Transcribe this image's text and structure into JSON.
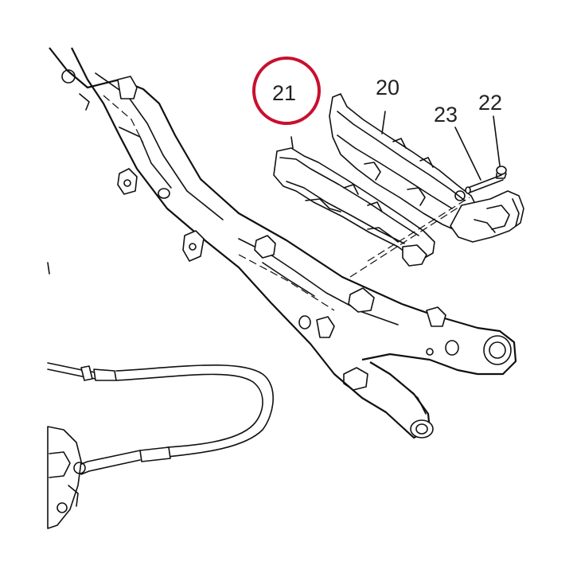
{
  "callouts": [
    {
      "id": "c21",
      "label": "21",
      "highlighted": true
    },
    {
      "id": "c20",
      "label": "20",
      "highlighted": false
    },
    {
      "id": "c23",
      "label": "23",
      "highlighted": false
    },
    {
      "id": "c22",
      "label": "22",
      "highlighted": false
    }
  ],
  "colors": {
    "highlight": "#c8102e",
    "line": "#111111",
    "background": "#ffffff"
  }
}
